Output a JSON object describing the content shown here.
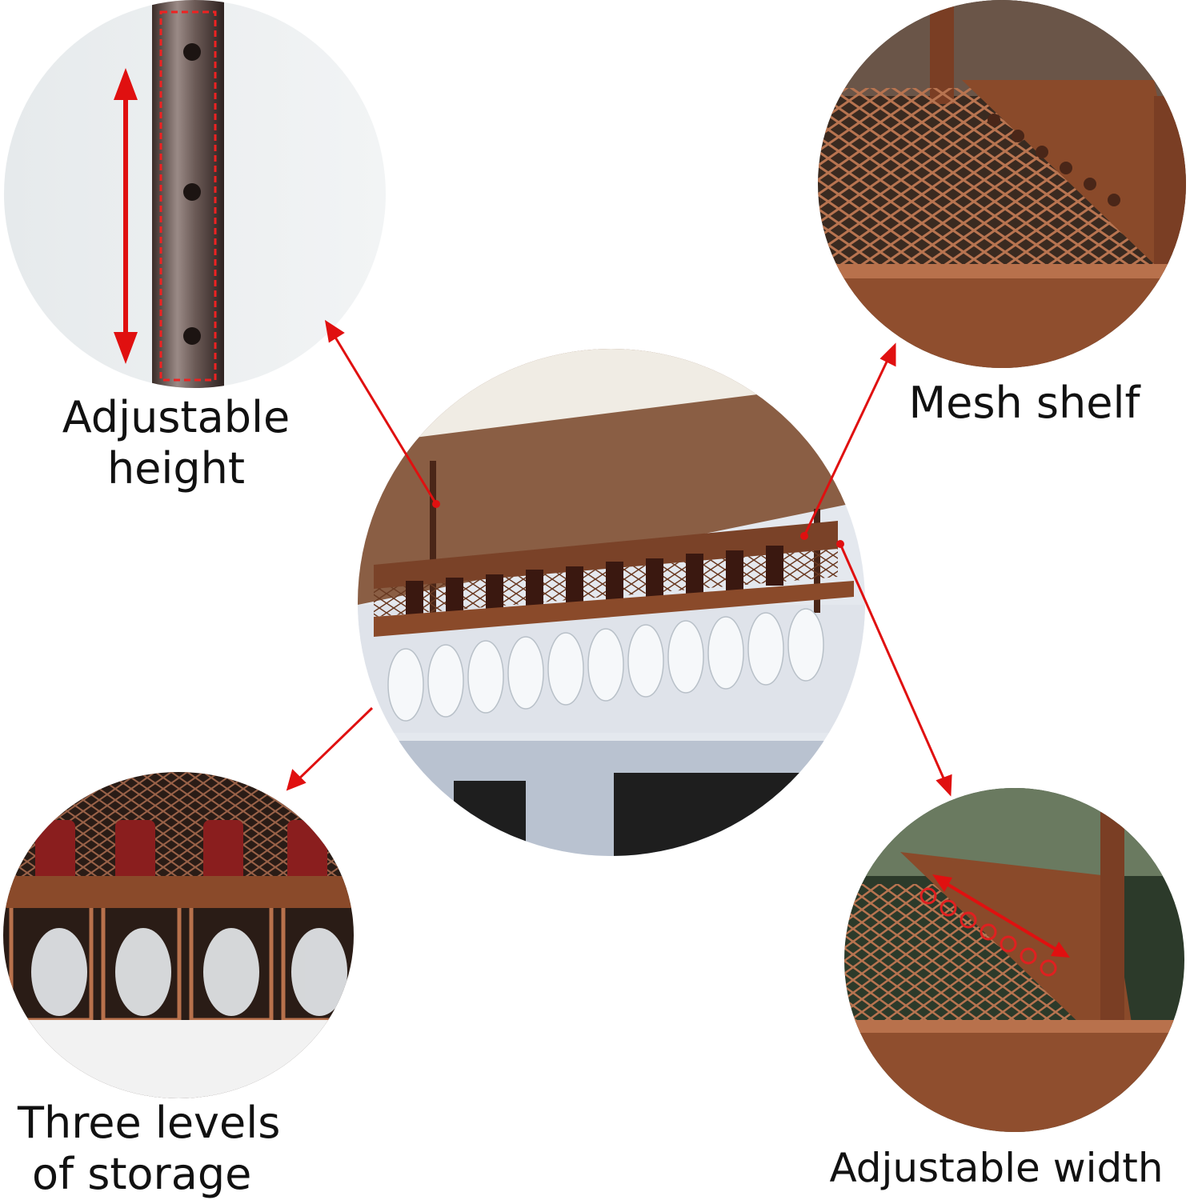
{
  "features": {
    "height": {
      "label_line1": "Adjustable",
      "label_line2": "height"
    },
    "mesh": {
      "label": "Mesh shelf"
    },
    "storage": {
      "label_line1": "Three levels",
      "label_line2": "of storage"
    },
    "width": {
      "label": "Adjustable width"
    }
  },
  "colors": {
    "arrow": "#e01010",
    "bronze": "#8a4a2a",
    "bronze_light": "#c07a52",
    "bronze_dark": "#4a2618",
    "ceiling": "#8a5e44"
  },
  "icons": {
    "height": "adjustable-pole-icon",
    "mesh": "mesh-shelf-closeup",
    "storage": "glass-rack-closeup",
    "width": "width-holes-closeup",
    "main": "ceiling-wine-rack-photo"
  }
}
